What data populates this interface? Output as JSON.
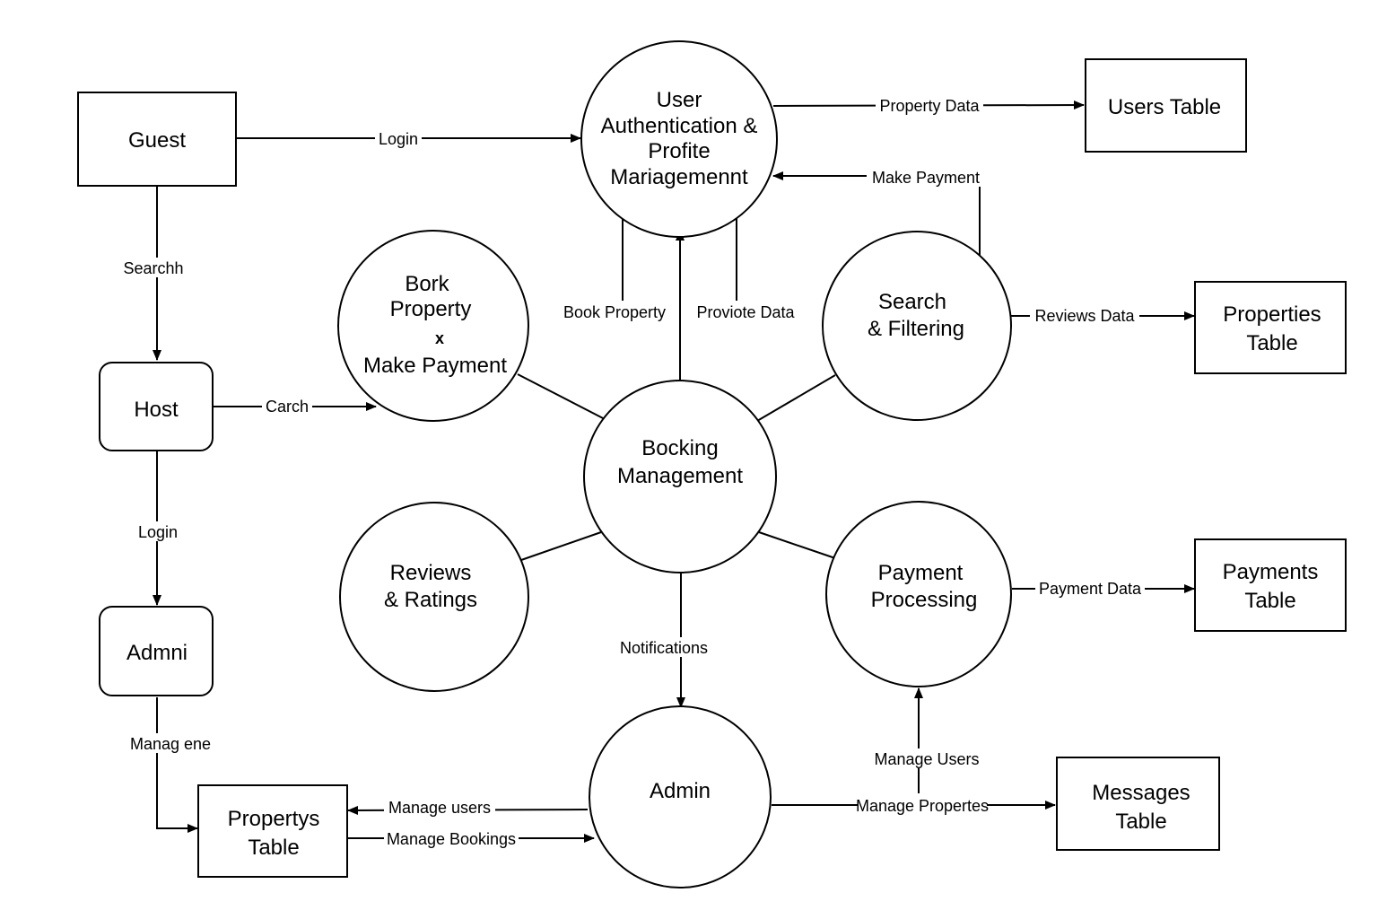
{
  "nodes": {
    "guest": "Guest",
    "host": "Host",
    "admni": "Admni",
    "users_table": "Users Table",
    "properties_table": [
      "Properties",
      "Table"
    ],
    "payments_table": [
      "Payments",
      "Table"
    ],
    "messages_table": [
      "Messages",
      "Table"
    ],
    "propertys_table": [
      "Propertys",
      "Table"
    ],
    "user_auth": [
      "User",
      "Authentication &",
      "Profite",
      "Mariagemennt"
    ],
    "bork_property": [
      "Bork",
      "Property",
      "x",
      "Make Payment"
    ],
    "search_filtering": [
      "Search",
      "& Filtering"
    ],
    "bocking_management": [
      "Bocking",
      "Management"
    ],
    "reviews_ratings": [
      "Reviews",
      "& Ratings"
    ],
    "payment_processing": [
      "Payment",
      "Processing"
    ],
    "admin": "Admin"
  },
  "edges": {
    "login_guest": "Login",
    "searchh": "Searchh",
    "carch": "Carch",
    "login_host": "Login",
    "manag_ene": "Manag ene",
    "property_data": "Property Data",
    "make_payment": "Make Payment",
    "book_property": "Book Property",
    "proviote_data": "Proviote Data",
    "reviews_data": "Reviews Data",
    "payment_data": "Payment Data",
    "notifications": "Notifications",
    "manage_users_up": "Manage Users",
    "manage_propertes": "Manage Propertes",
    "manage_users_left": "Manage users",
    "manage_bookings": "Manage Bookings"
  }
}
